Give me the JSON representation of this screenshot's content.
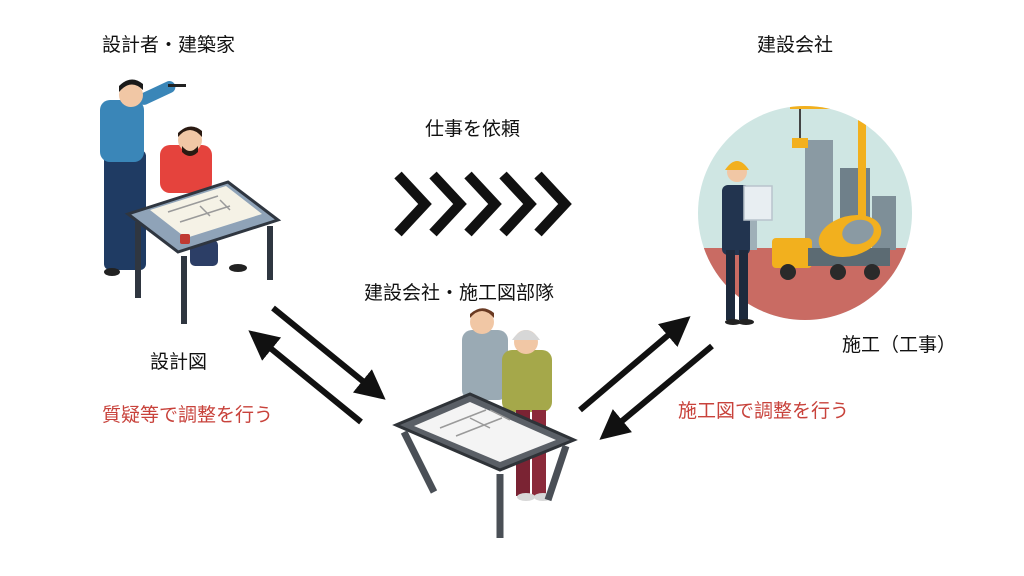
{
  "labels": {
    "designer": "設計者・建築家",
    "contractor": "建設会社",
    "request": "仕事を依頼",
    "drafting_team": "建設会社・施工図部隊",
    "design_drawing": "設計図",
    "construction_work": "施工（工事）",
    "qa_adjust": "質疑等で調整を行う",
    "shop_drawing_adjust": "施工図で調整を行う"
  },
  "colors": {
    "text": "#111111",
    "accent_red": "#c8423b",
    "arrow": "#111111",
    "sky": "#cfe6e3",
    "crane": "#f2b01e"
  }
}
